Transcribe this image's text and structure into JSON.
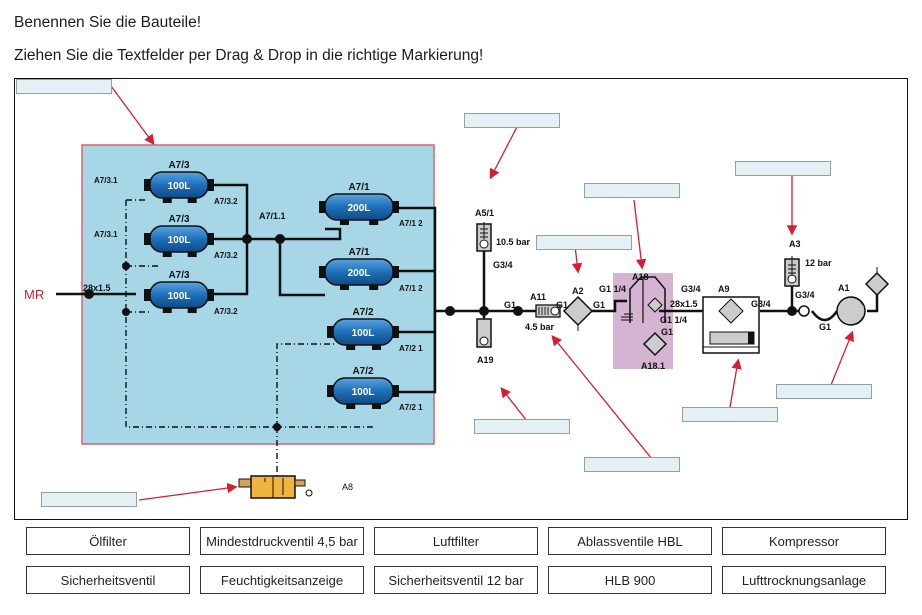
{
  "instructions": {
    "title": "Benennen Sie die Bauteile!",
    "subtitle": "Ziehen Sie die Textfelder per Drag & Drop in die richtige Markierung!"
  },
  "diagram": {
    "inlet_label": "MR",
    "pipe_inlet": "28x1.5",
    "tanks": [
      {
        "id": "A7/3",
        "volume": "100L",
        "port_left": "A7/3.1",
        "port_right": "A7/3.2"
      },
      {
        "id": "A7/3",
        "volume": "100L",
        "port_left": "A7/3.1",
        "port_right": "A7/3.2"
      },
      {
        "id": "A7/3",
        "volume": "100L",
        "port_left": "",
        "port_right": "A7/3.2"
      },
      {
        "id": "A7/1",
        "volume": "200L",
        "port_right": "A7/1 2"
      },
      {
        "id": "A7/1",
        "volume": "200L",
        "port_right": "A7/1 2"
      },
      {
        "id": "A7/2",
        "volume": "100L",
        "port_right": "A7/2 1"
      },
      {
        "id": "A7/2",
        "volume": "100L",
        "port_right": "A7/2 1"
      }
    ],
    "junction_label": "A7/1.1",
    "drain_valve_label": "A8",
    "components": {
      "a5_1": {
        "id": "A5/1",
        "pressure": "10.5 bar",
        "thread": "G3/4"
      },
      "a19": {
        "id": "A19"
      },
      "a11": {
        "id": "A11",
        "pressure": "4.5 bar",
        "thread_in": "G1",
        "thread_out": "G1"
      },
      "a2": {
        "id": "A2",
        "thread": "G1"
      },
      "a18": {
        "id": "A18",
        "thread_in": "G1 1/4",
        "thread_out": "G1 1/4",
        "thread_sub": "G1",
        "sub_id": "A18.1"
      },
      "a9": {
        "id": "A9",
        "thread_in": "G3/4",
        "thread_out": "G3/4",
        "pipe": "28x1.5"
      },
      "a3": {
        "id": "A3",
        "pressure": "12 bar",
        "thread": "G3/4"
      },
      "a1": {
        "id": "A1",
        "thread": "G1"
      }
    }
  },
  "dropzones": [
    {
      "id": "dz-tanks"
    },
    {
      "id": "dz-a5"
    },
    {
      "id": "dz-a18"
    },
    {
      "id": "dz-a2"
    },
    {
      "id": "dz-a3"
    },
    {
      "id": "dz-a19"
    },
    {
      "id": "dz-a11"
    },
    {
      "id": "dz-a9"
    },
    {
      "id": "dz-a1"
    },
    {
      "id": "dz-a8"
    }
  ],
  "answer_bank": [
    [
      "Ölfilter",
      "Mindestdruckventil 4,5 bar",
      "Luftfilter",
      "Ablassventile HBL",
      "Kompressor"
    ],
    [
      "Sicherheitsventil",
      "Feuchtigkeitsanzeige",
      "Sicherheitsventil 12 bar",
      "HLB 900",
      "Lufttrocknungsanlage"
    ]
  ],
  "colors": {
    "tank_area": "#a7d6e6",
    "tank_area_border": "#d9646e",
    "dryer_area": "#d4b3d3",
    "arrow": "#d22030",
    "tank_fill": "#1f6fb8",
    "valve_fill": "#f2b440"
  }
}
